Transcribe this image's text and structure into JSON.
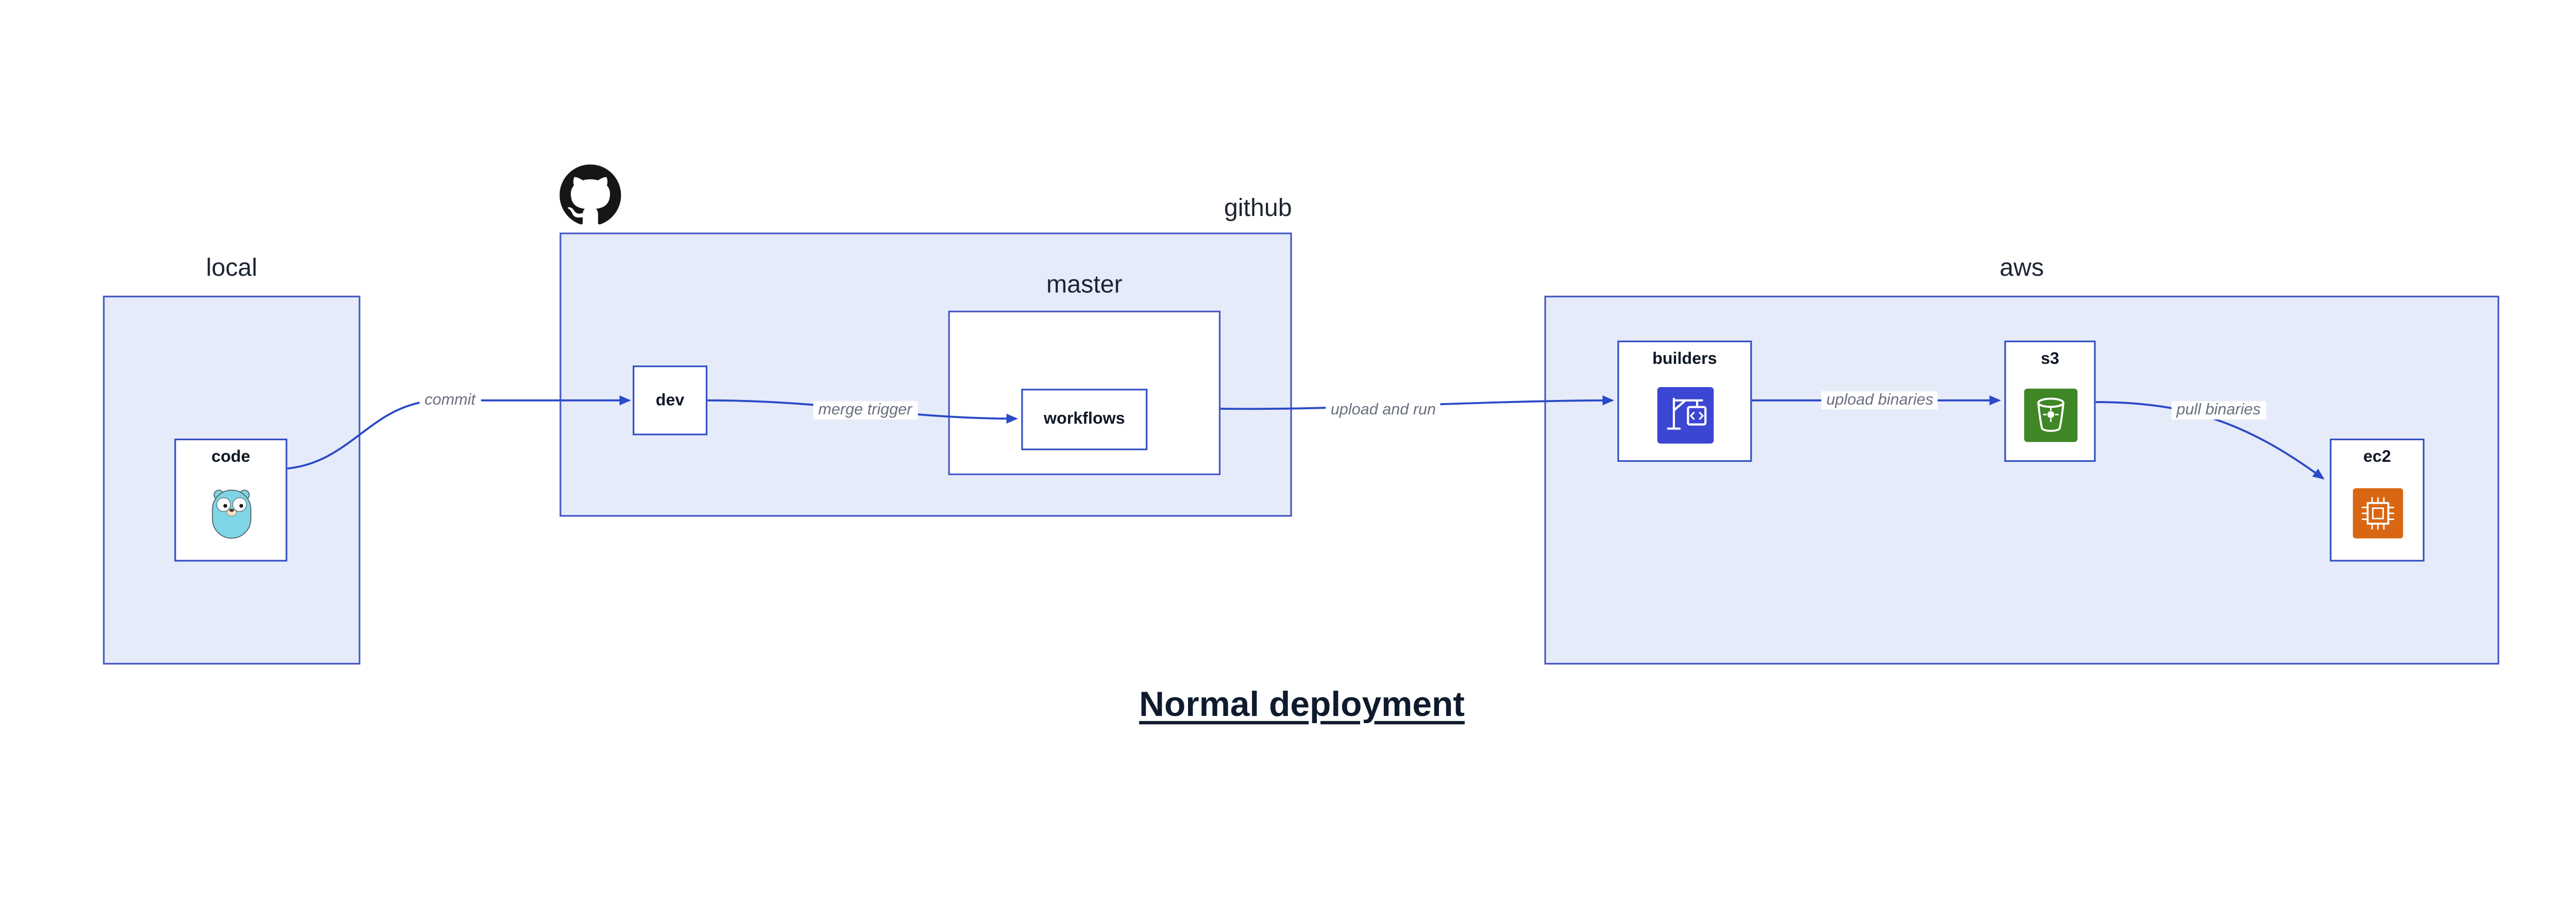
{
  "title": "Normal deployment",
  "colors": {
    "container_fill": "#E6EBFA",
    "container_border": "#4659C7",
    "node_border": "#3450C4",
    "arrow": "#2B4AC7",
    "edge_label": "#6A7080",
    "title_color": "#0F1B2D",
    "builders_icon_bg": "#3B46D3",
    "s3_icon_bg": "#3F8624",
    "ec2_icon_bg": "#D86613",
    "gopher": "#7FD5E6",
    "github_logo": "#171515"
  },
  "containers": {
    "local": {
      "label": "local"
    },
    "github": {
      "label": "github",
      "logo_icon": "github-octocat-icon"
    },
    "master": {
      "label": "master"
    },
    "aws": {
      "label": "aws"
    }
  },
  "nodes": {
    "code": {
      "label": "code",
      "icon": "go-gopher-icon"
    },
    "dev": {
      "label": "dev"
    },
    "workflows": {
      "label": "workflows"
    },
    "builders": {
      "label": "builders",
      "icon": "aws-codebuild-icon"
    },
    "s3": {
      "label": "s3",
      "icon": "aws-s3-bucket-icon"
    },
    "ec2": {
      "label": "ec2",
      "icon": "aws-ec2-chip-icon"
    }
  },
  "edges": [
    {
      "label": "commit",
      "from": "code",
      "to": "dev"
    },
    {
      "label": "merge trigger",
      "from": "dev",
      "to": "workflows"
    },
    {
      "label": "upload and run",
      "from": "master",
      "to": "builders"
    },
    {
      "label": "upload binaries",
      "from": "builders",
      "to": "s3"
    },
    {
      "label": "pull binaries",
      "from": "s3",
      "to": "ec2"
    }
  ]
}
